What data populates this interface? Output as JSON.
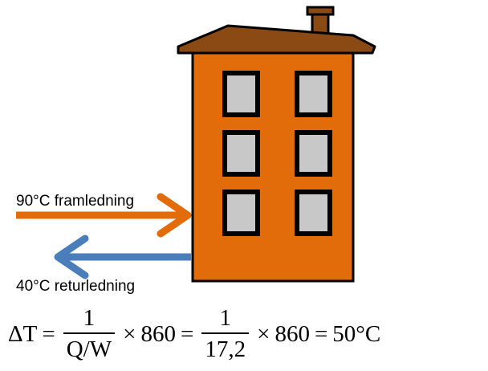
{
  "labels": {
    "supply": "90°C framledning",
    "return": "40°C returledning"
  },
  "formula": {
    "lhs": "ΔT",
    "eq1": "=",
    "frac1_num": "1",
    "frac1_den": "Q/W",
    "times1": "×",
    "factor1": "860",
    "eq2": "=",
    "frac2_num": "1",
    "frac2_den": "17,2",
    "times2": "×",
    "factor2": "860",
    "eq3": "=",
    "result": "50°C"
  },
  "colors": {
    "building": "#e36c0a",
    "roof": "#8b4a13",
    "supply_arrow": "#e36c0a",
    "return_arrow": "#4a7ebb",
    "window_glass": "#c8c8c8"
  }
}
